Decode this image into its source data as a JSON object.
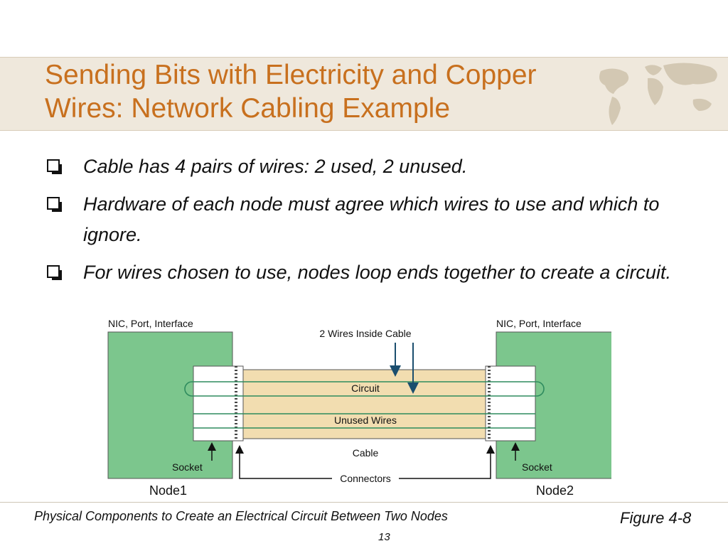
{
  "slide": {
    "title_line1": "Sending Bits with Electricity and Copper",
    "title_line2": "Wires: Network Cabling Example",
    "bullets": [
      {
        "text": "Cable has 4 pairs of wires: 2 used, 2 unused."
      },
      {
        "text": "Hardware of each node must agree which wires to use and which to ignore."
      },
      {
        "text": "For wires chosen to use, nodes loop ends together to create a circuit."
      }
    ],
    "caption": "Physical Components to Create an Electrical Circuit Between Two Nodes",
    "figure_label": "Figure 4-8",
    "page_number": "13"
  },
  "diagram": {
    "left_node_header": "NIC, Port, Interface",
    "right_node_header": "NIC, Port, Interface",
    "wires_label": "2 Wires Inside Cable",
    "circuit_label": "Circuit",
    "unused_label": "Unused Wires",
    "cable_label": "Cable",
    "left_socket_label": "Socket",
    "right_socket_label": "Socket",
    "connectors_label": "Connectors",
    "left_node_label": "Node1",
    "right_node_label": "Node2"
  },
  "colors": {
    "title": "#c8701e",
    "header_band": "#efe8dc",
    "node_fill": "#7cc68d",
    "cable_fill": "#f2ddb0",
    "wire": "#2e8b5e",
    "arrow": "#1b4e6e"
  },
  "icons": {
    "bullet": "checkbox-icon",
    "decoration": "world-map"
  }
}
